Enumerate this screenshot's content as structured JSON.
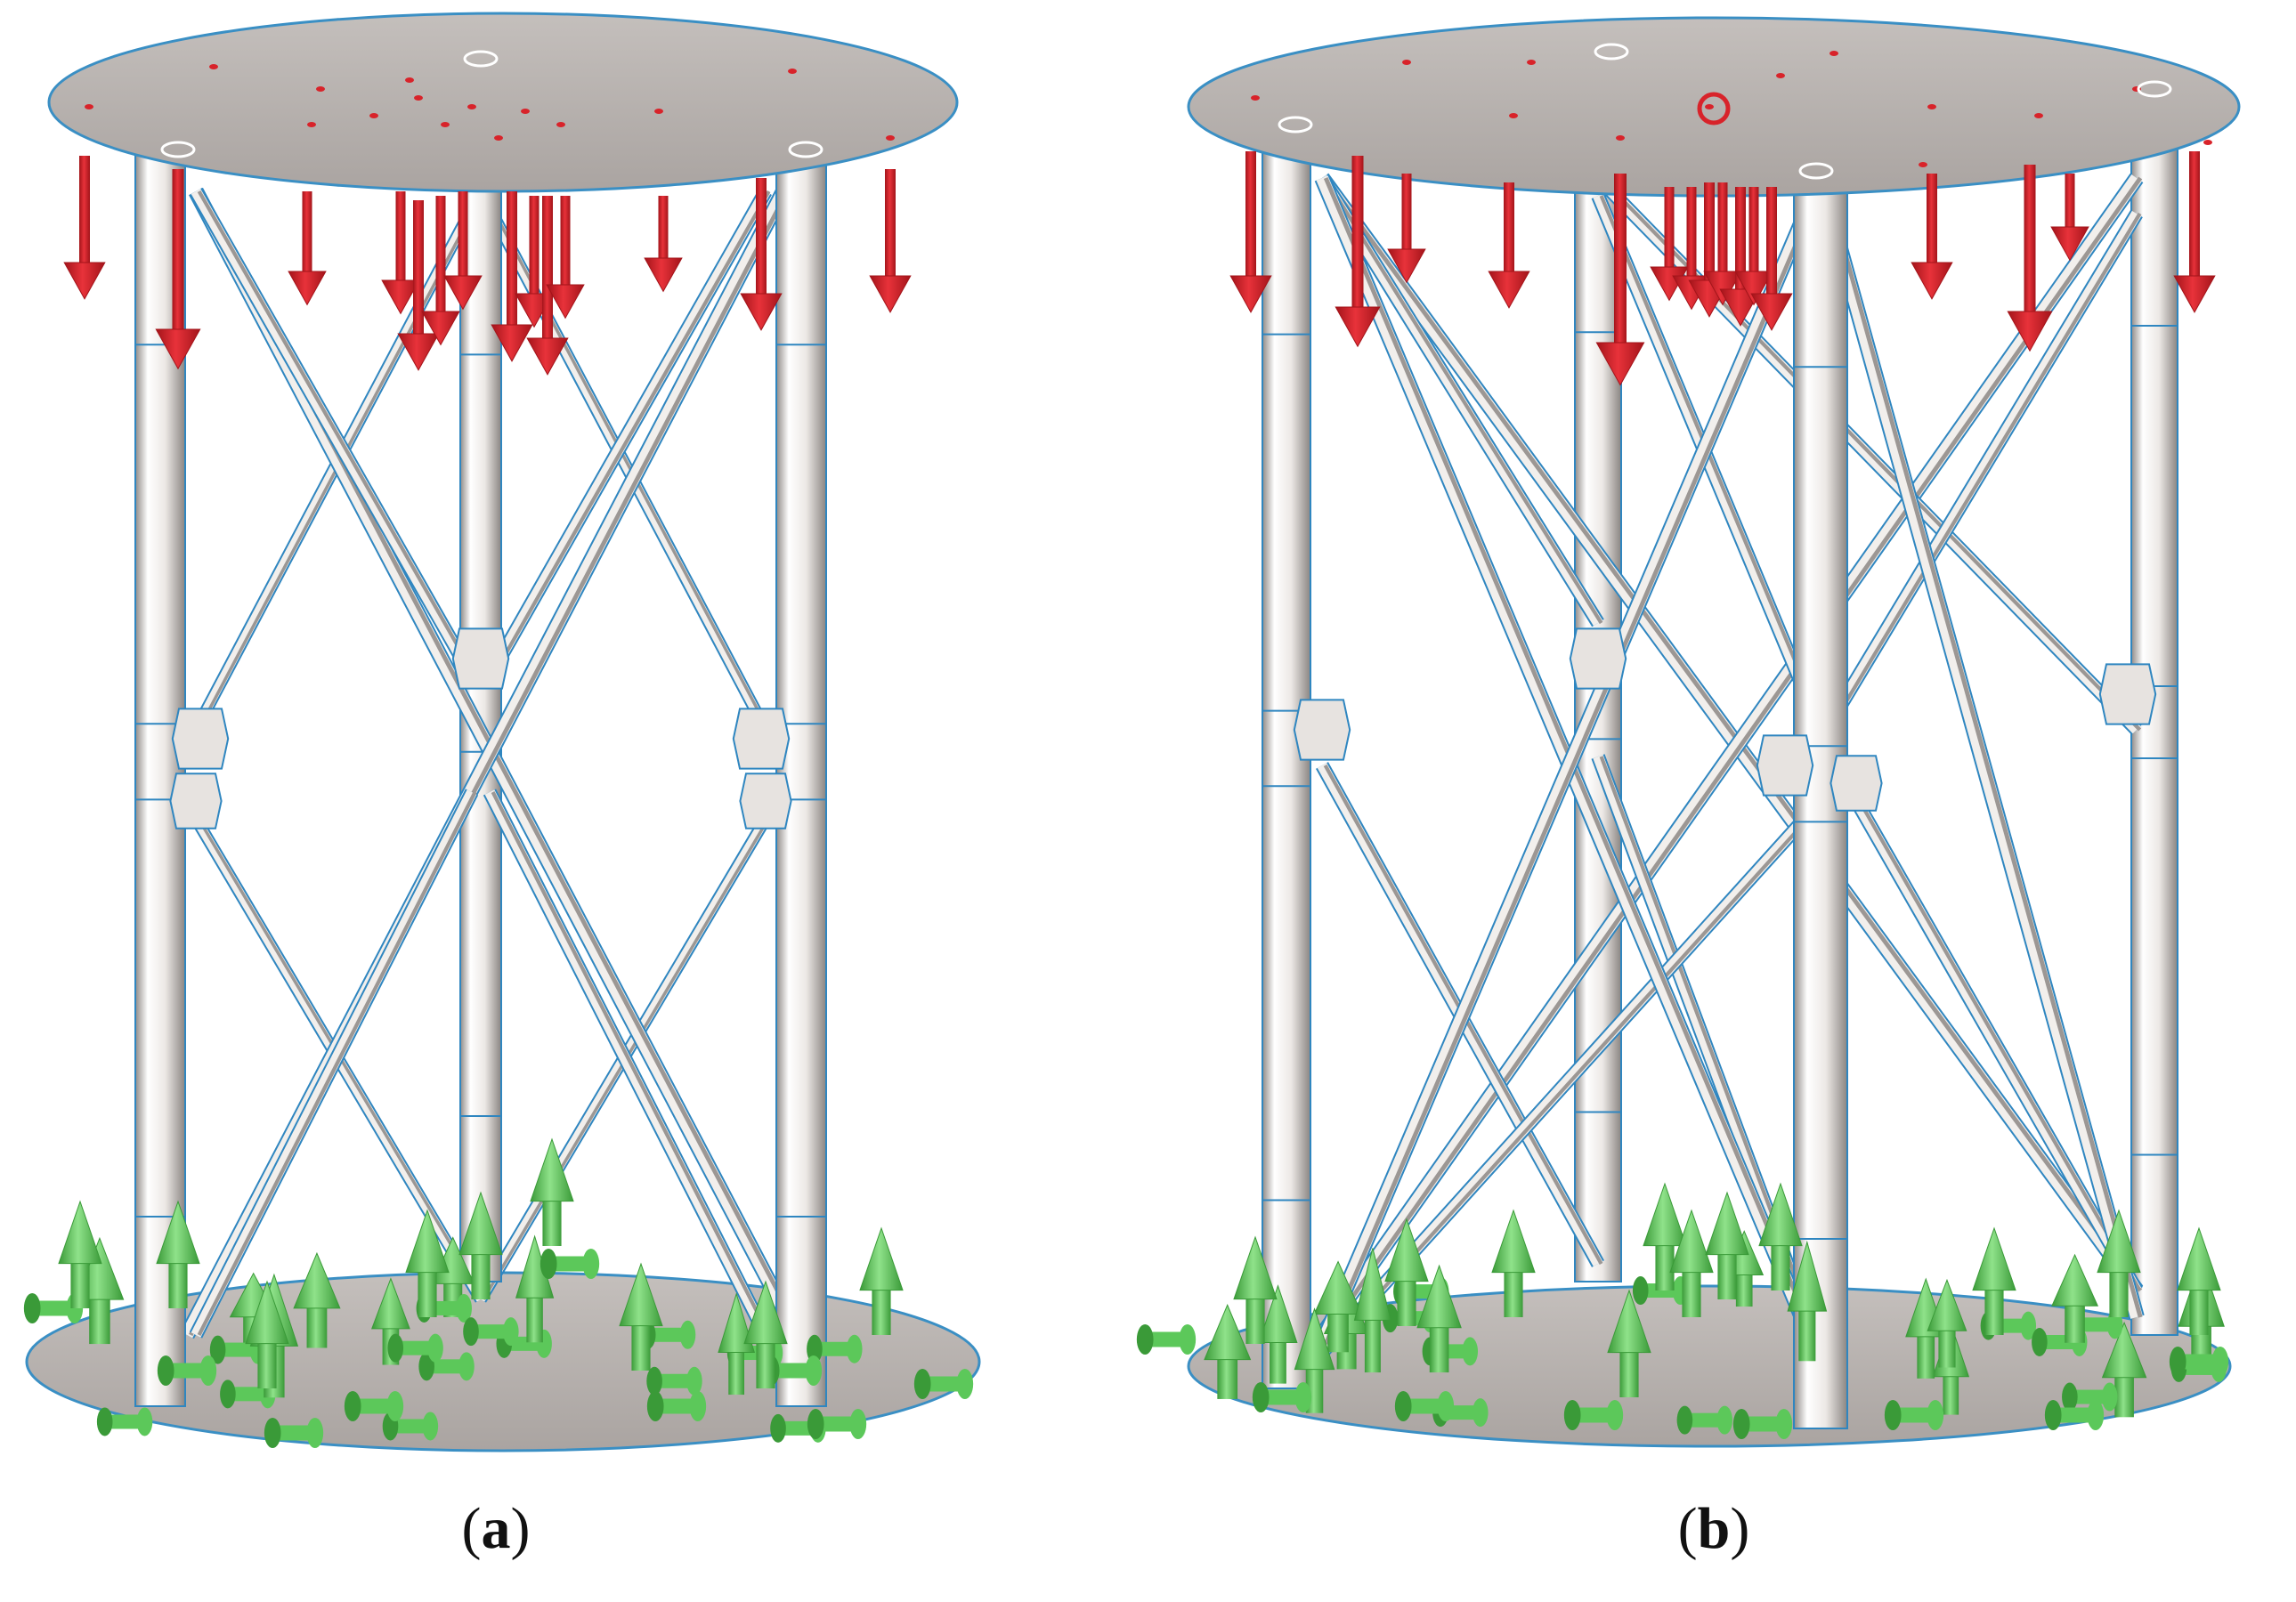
{
  "panels": [
    {
      "id": "a",
      "caption_open": "(",
      "caption_letter": "a",
      "caption_close": ")",
      "legs": 3,
      "load_arrow_color": "#d8232a",
      "support_color": "#5cc85a"
    },
    {
      "id": "b",
      "caption_open": "(",
      "caption_letter": "b",
      "caption_close": ")",
      "legs": 4,
      "load_arrow_color": "#d8232a",
      "support_color": "#5cc85a"
    }
  ],
  "colors": {
    "plate_fill": "#b9b3b0",
    "plate_edge": "#3a8fc4",
    "member_fill": "#f2efec",
    "member_shade": "#9c9794",
    "member_edge": "#2f86c0",
    "load_arrow": "#d8232a",
    "load_arrow_dark": "#a3141a",
    "support": "#5cc85a",
    "support_dark": "#3a9a38",
    "point_marker": "#d8232a"
  },
  "icons": {
    "load_arrow": "down-arrow-icon",
    "pinned_support": "up-cone-icon",
    "roller_support": "roller-icon"
  }
}
